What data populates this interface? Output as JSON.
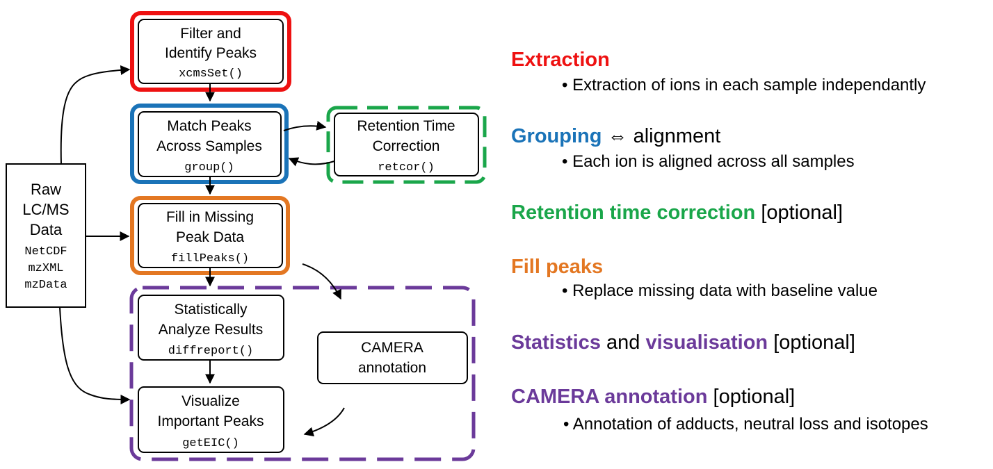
{
  "colors": {
    "extraction": "#ee1111",
    "grouping": "#1a73b8",
    "retention": "#1aa64a",
    "fill": "#e37722",
    "stats": "#6b3a9a"
  },
  "diagram": {
    "raw_data": {
      "title_lines": [
        "Raw",
        "LC/MS",
        "Data"
      ],
      "formats": [
        "NetCDF",
        "mzXML",
        "mzData"
      ]
    },
    "filter": {
      "lines": [
        "Filter and",
        "Identify Peaks"
      ],
      "func": "xcmsSet()"
    },
    "match": {
      "lines": [
        "Match Peaks",
        "Across Samples"
      ],
      "func": "group()"
    },
    "retcor": {
      "lines": [
        "Retention Time",
        "Correction"
      ],
      "func": "retcor()"
    },
    "fill": {
      "lines": [
        "Fill in Missing",
        "Peak Data"
      ],
      "func": "fillPeaks()"
    },
    "stats": {
      "lines": [
        "Statistically",
        "Analyze Results"
      ],
      "func": "diffreport()"
    },
    "camera": {
      "lines": [
        "CAMERA",
        "annotation"
      ]
    },
    "visualize": {
      "lines": [
        "Visualize",
        "Important Peaks"
      ],
      "func": "getEIC()"
    }
  },
  "legend": {
    "extraction": {
      "title": "Extraction",
      "bullet": "• Extraction of ions in each sample independantly"
    },
    "grouping": {
      "title": "Grouping",
      "symbol": "⇔",
      "suffix": "alignment",
      "bullet": "• Each ion is aligned across all samples"
    },
    "retention": {
      "title": "Retention time correction",
      "suffix": "[optional]"
    },
    "fill": {
      "title": "Fill peaks",
      "bullet": "• Replace missing data with baseline value"
    },
    "stats": {
      "title1": "Statistics",
      "and": "and",
      "title2": "visualisation",
      "suffix": "[optional]"
    },
    "camera": {
      "title": "CAMERA annotation",
      "suffix": "[optional]",
      "bullet": "• Annotation of adducts, neutral loss and isotopes"
    }
  }
}
